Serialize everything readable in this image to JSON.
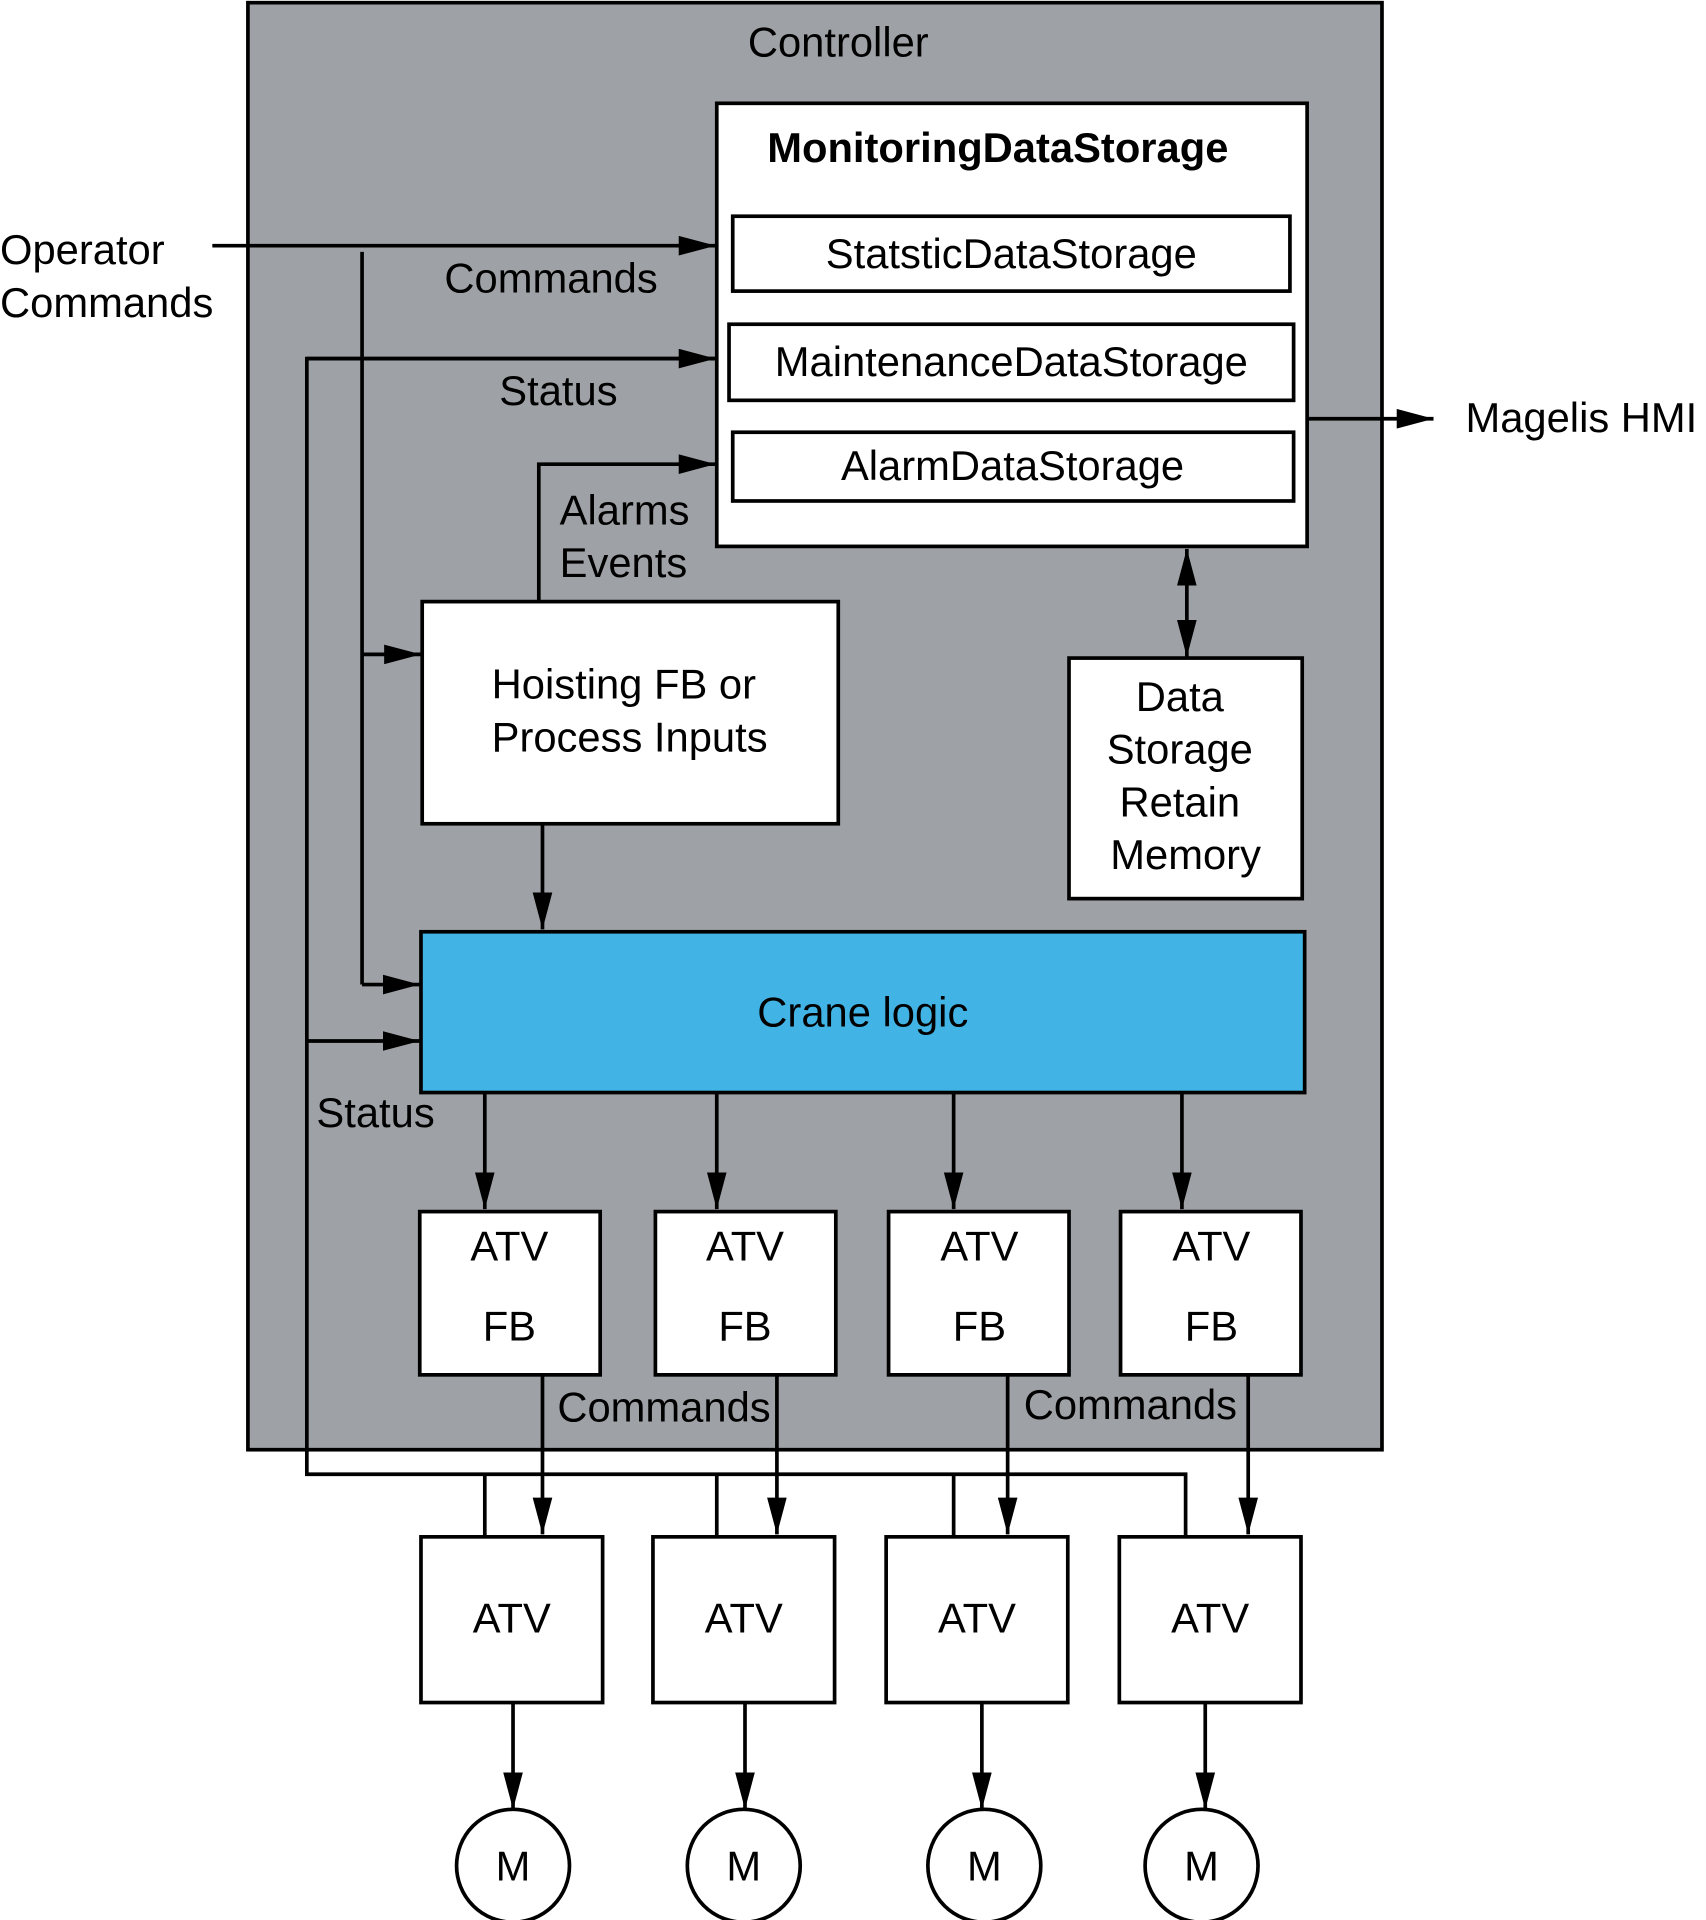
{
  "controller": {
    "label": "Controller",
    "color": "#9EA1A5"
  },
  "monitoring": {
    "title": "MonitoringDataStorage",
    "children": [
      "StatsticDataStorage",
      "MaintenanceDataStorage",
      "AlarmDataStorage"
    ]
  },
  "external": {
    "operator_commands": [
      "Operator",
      "Commands"
    ],
    "hmi": "Magelis HMI"
  },
  "labels": {
    "commands_top": "Commands",
    "status_top": "Status",
    "alarms_events": [
      "Alarms",
      "Events"
    ],
    "status_left": "Status",
    "commands_bottom_1": "Commands",
    "commands_bottom_2": "Commands"
  },
  "hoisting": [
    "Hoisting FB or",
    "Process Inputs"
  ],
  "retain": [
    "Data",
    "Storage",
    "Retain",
    "Memory"
  ],
  "crane_logic": {
    "label": "Crane logic",
    "color": "#41B4E5"
  },
  "atv_fb": [
    [
      "ATV",
      "FB"
    ],
    [
      "ATV",
      "FB"
    ],
    [
      "ATV",
      "FB"
    ],
    [
      "ATV",
      "FB"
    ]
  ],
  "atv": [
    "ATV",
    "ATV",
    "ATV",
    "ATV"
  ],
  "motors": [
    "M",
    "M",
    "M",
    "M"
  ]
}
